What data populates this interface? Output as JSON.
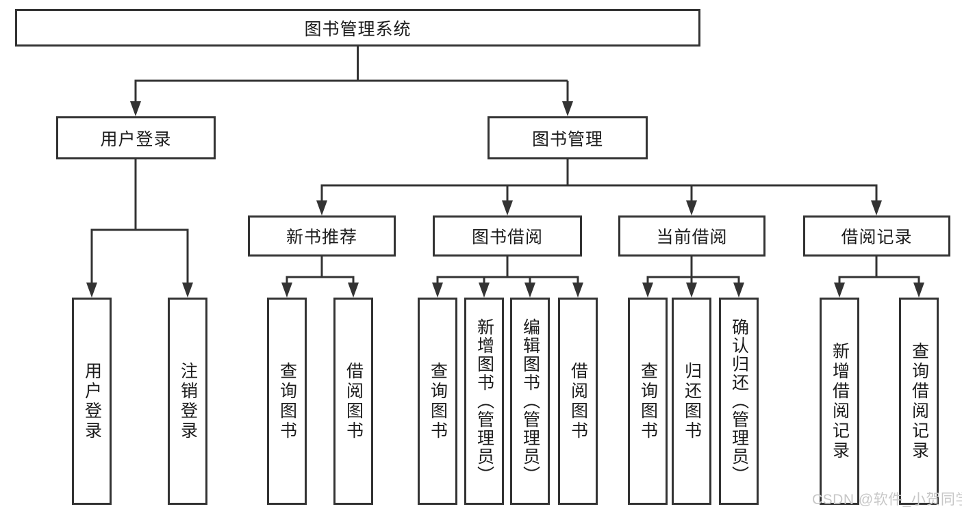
{
  "diagram": {
    "type": "tree",
    "title": "图书管理系统",
    "tree": {
      "label": "图书管理系统",
      "children": [
        {
          "label": "用户登录",
          "children": [
            {
              "label": "用户登录"
            },
            {
              "label": "注销登录"
            }
          ]
        },
        {
          "label": "图书管理",
          "children": [
            {
              "label": "新书推荐",
              "children": [
                {
                  "label": "查询图书"
                },
                {
                  "label": "借阅图书"
                }
              ]
            },
            {
              "label": "图书借阅",
              "children": [
                {
                  "label": "查询图书"
                },
                {
                  "label": "新增图书（管理员）"
                },
                {
                  "label": "编辑图书（管理员）"
                },
                {
                  "label": "借阅图书"
                }
              ]
            },
            {
              "label": "当前借阅",
              "children": [
                {
                  "label": "查询图书"
                },
                {
                  "label": "归还图书"
                },
                {
                  "label": "确认归还（管理员）"
                }
              ]
            },
            {
              "label": "借阅记录",
              "children": [
                {
                  "label": "新增借阅记录"
                },
                {
                  "label": "查询借阅记录"
                }
              ]
            }
          ]
        }
      ]
    },
    "colors": {
      "line": "#333333",
      "box_border": "#333333",
      "text": "#1c1c1c",
      "background": "#ffffff",
      "watermark": "#c7c7c7"
    }
  },
  "watermark": {
    "text": "CSDN @软件_小贺同学"
  }
}
